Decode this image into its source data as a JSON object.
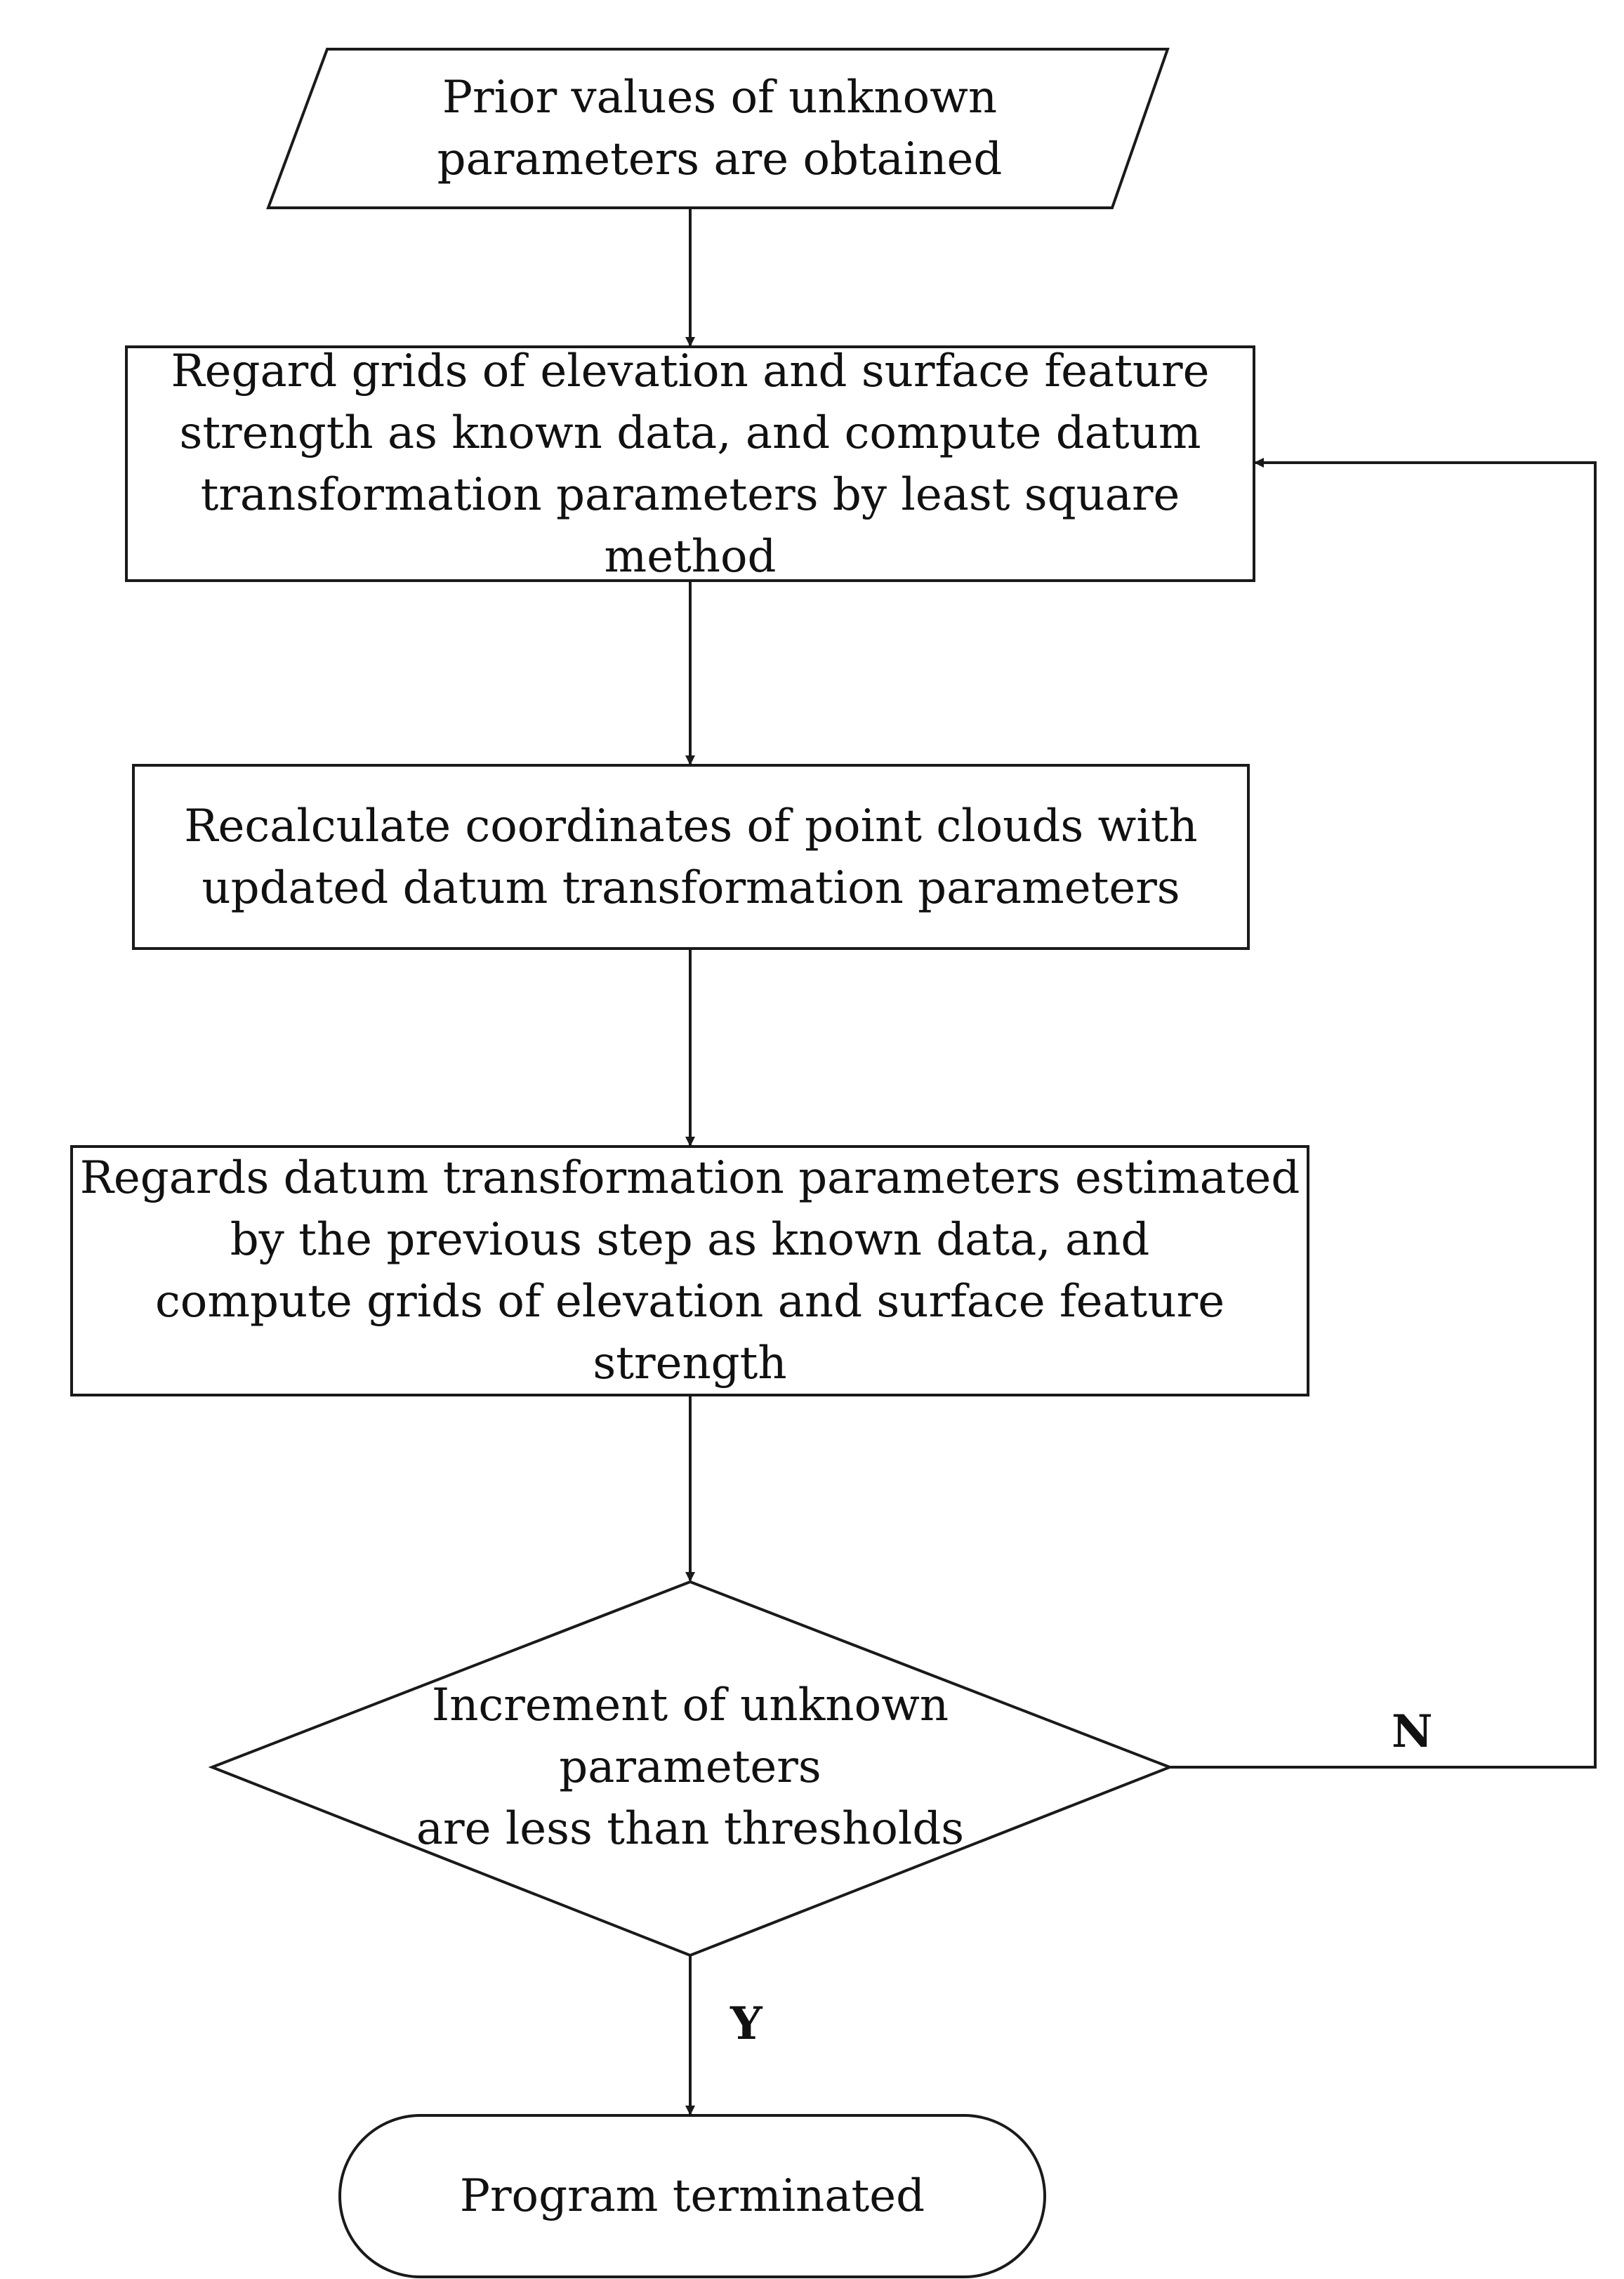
{
  "diagram": {
    "colors": {
      "stroke": "#1a1a1a",
      "fill": "#ffffff",
      "text": "#111111"
    },
    "nodes": {
      "start": {
        "shape": "parallelogram",
        "text": "Prior values of unknown\nparameters are obtained"
      },
      "least_square": {
        "shape": "rectangle",
        "text": "Regard grids of elevation and surface feature\nstrength as known data, and compute datum\ntransformation parameters by least square method"
      },
      "recalculate": {
        "shape": "rectangle",
        "text": "Recalculate coordinates of point clouds with\nupdated datum transformation parameters"
      },
      "compute_grids": {
        "shape": "rectangle",
        "text": "Regards datum transformation parameters estimated\nby the previous step as known data, and\ncompute grids of elevation and surface feature strength"
      },
      "decision": {
        "shape": "diamond",
        "text": "Increment of unknown parameters\nare less than thresholds"
      },
      "end": {
        "shape": "terminator",
        "text": "Program terminated"
      }
    },
    "edges": [
      {
        "from": "start",
        "to": "least_square",
        "label": ""
      },
      {
        "from": "least_square",
        "to": "recalculate",
        "label": ""
      },
      {
        "from": "recalculate",
        "to": "compute_grids",
        "label": ""
      },
      {
        "from": "compute_grids",
        "to": "decision",
        "label": ""
      },
      {
        "from": "decision",
        "to": "least_square",
        "label": "N"
      },
      {
        "from": "decision",
        "to": "end",
        "label": "Y"
      }
    ]
  }
}
